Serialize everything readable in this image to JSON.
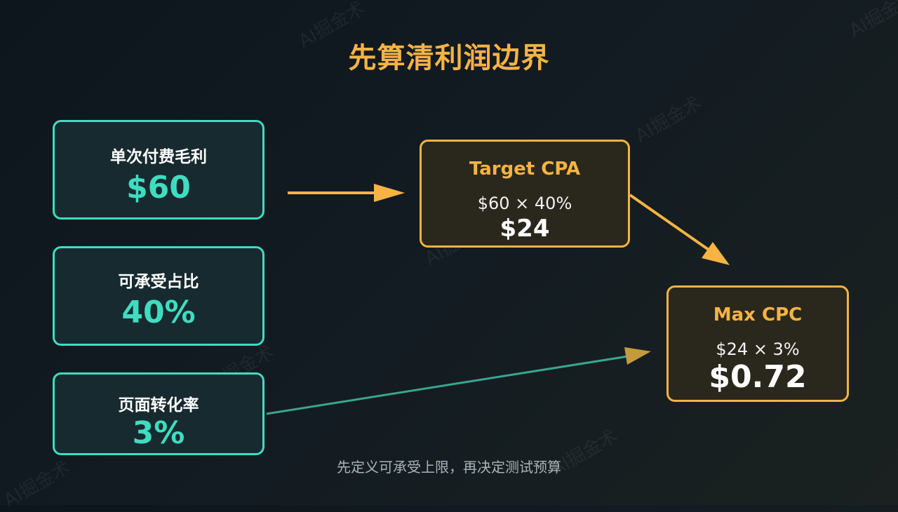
{
  "title": "先算清利润边界",
  "inputs": [
    {
      "label": "单次付费毛利",
      "value": "$60"
    },
    {
      "label": "可承受占比",
      "value": "40%"
    },
    {
      "label": "页面转化率",
      "value": "3%"
    }
  ],
  "target_cpa": {
    "title": "Target CPA",
    "formula": "$60 × 40%",
    "result": "$24"
  },
  "max_cpc": {
    "title": "Max CPC",
    "formula": "$24 × 3%",
    "result": "$0.72"
  },
  "footer": "先定义可承受上限，再决定测试预算",
  "watermark": "AI掘金术",
  "colors": {
    "accent_gold": "#f7b343",
    "accent_teal": "#3fdcc0",
    "background": "#121b22"
  }
}
